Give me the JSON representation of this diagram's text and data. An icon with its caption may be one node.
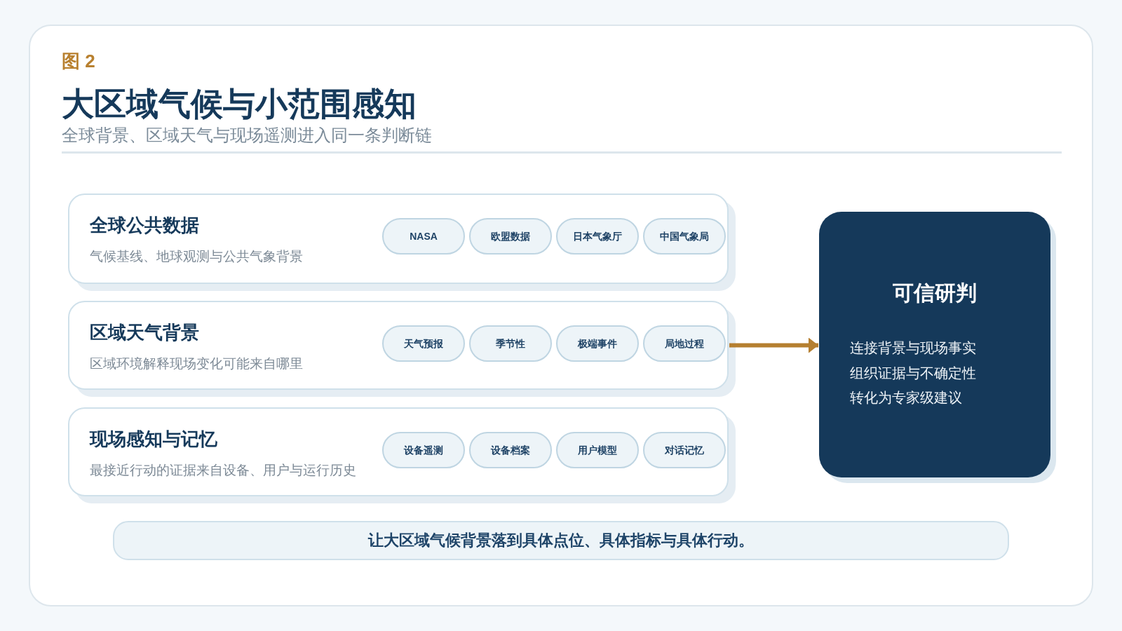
{
  "diagram": {
    "title": "大区域气候与小范围感知",
    "nodes": [
      {
        "text": [
          "全球公共数据",
          "气候基线、地球观测与公共气象背景"
        ]
      },
      {
        "text": [
          "NASA"
        ],
        "in": 0
      },
      {
        "text": [
          "欧盟数据"
        ],
        "in": 0
      },
      {
        "text": [
          "日本气象厅"
        ],
        "in": 0
      },
      {
        "text": [
          "中国气象局"
        ],
        "in": 0
      },
      {
        "text": [
          "区域天气背景",
          "区域环境解释现场变化可能来自哪里"
        ]
      },
      {
        "text": [
          "天气预报"
        ],
        "in": 5
      },
      {
        "text": [
          "季节性"
        ],
        "in": 5
      },
      {
        "text": [
          "极端事件"
        ],
        "in": 5
      },
      {
        "text": [
          "局地过程"
        ],
        "in": 5
      },
      {
        "text": [
          "现场感知与记忆",
          "最接近行动的证据来自设备、用户与运行历史"
        ]
      },
      {
        "text": [
          "设备遥测"
        ],
        "in": 10
      },
      {
        "text": [
          "设备档案"
        ],
        "in": 10
      },
      {
        "text": [
          "用户模型"
        ],
        "in": 10
      },
      {
        "text": [
          "对话记忆"
        ],
        "in": 10
      },
      {
        "text": [
          "可信研判",
          "连接背景与现场事实",
          "组织证据与不确定性",
          "转化为专家级建议"
        ]
      },
      {
        "text": [
          "让大区域气候背景落到具体点位、具体指标与具体行动。"
        ]
      }
    ],
    "edges": [
      {
        "from": 5,
        "to": 15,
        "arrow": "to"
      }
    ],
    "labels": [
      "图 2",
      "全球背景、区域天气与现场遥测进入同一条判断链"
    ]
  }
}
